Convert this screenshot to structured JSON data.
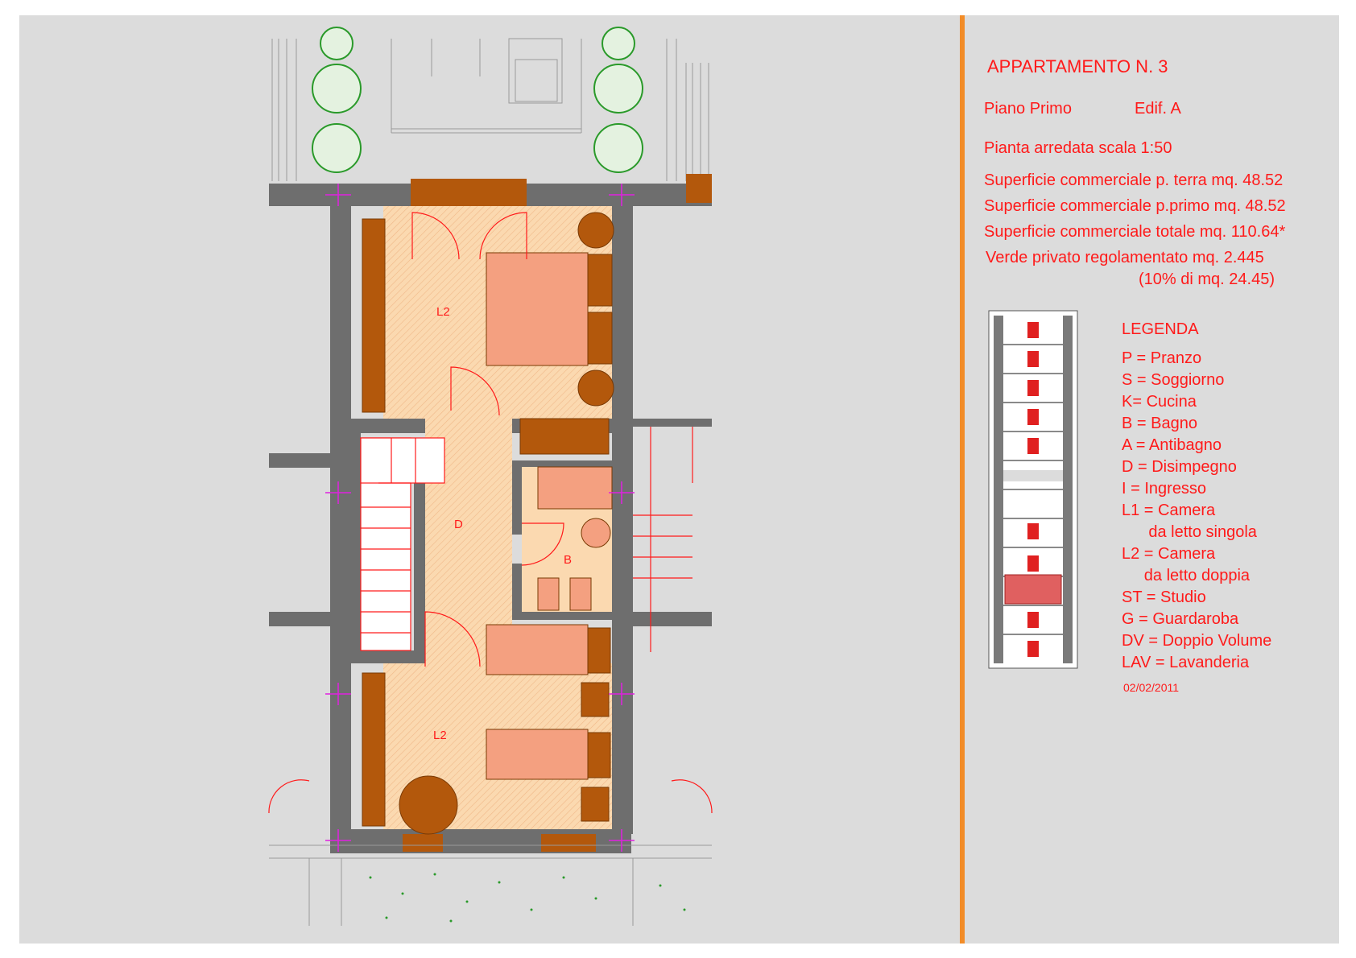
{
  "header": {
    "title": "APPARTAMENTO N. 3",
    "floor": "Piano Primo",
    "building": "Edif. A",
    "scale_note": "Pianta arredata scala 1:50"
  },
  "surfaces": [
    "Superficie commerciale p. terra mq. 48.52",
    "Superficie commerciale p.primo mq. 48.52",
    "Superficie commerciale totale mq. 110.64*",
    "Verde privato regolamentato mq. 2.445",
    "(10% di mq. 24.45)"
  ],
  "legend": {
    "title": "LEGENDA",
    "items": [
      "P = Pranzo",
      "S = Soggiorno",
      "K= Cucina",
      "B = Bagno",
      "A = Antibagno",
      "D = Disimpegno",
      "I = Ingresso",
      "L1 = Camera",
      "      da letto singola",
      "L2 = Camera",
      "     da letto doppia",
      "ST = Studio",
      "G = Guardaroba",
      "DV = Doppio Volume",
      "LAV = Lavanderia"
    ]
  },
  "date": "02/02/2011",
  "plan": {
    "rooms": {
      "top_bedroom": "L2",
      "corridor": "D",
      "bathroom": "B",
      "bottom_bedroom": "L2"
    }
  },
  "colors": {
    "text": "#ff1a1a",
    "accent_divider": "#f28c28",
    "wall": "#6e6e6e",
    "floor": "#fbd9b0",
    "furniture": "#b3580c",
    "bed": "#f4a080",
    "vegetation": "#2a9a2a"
  }
}
